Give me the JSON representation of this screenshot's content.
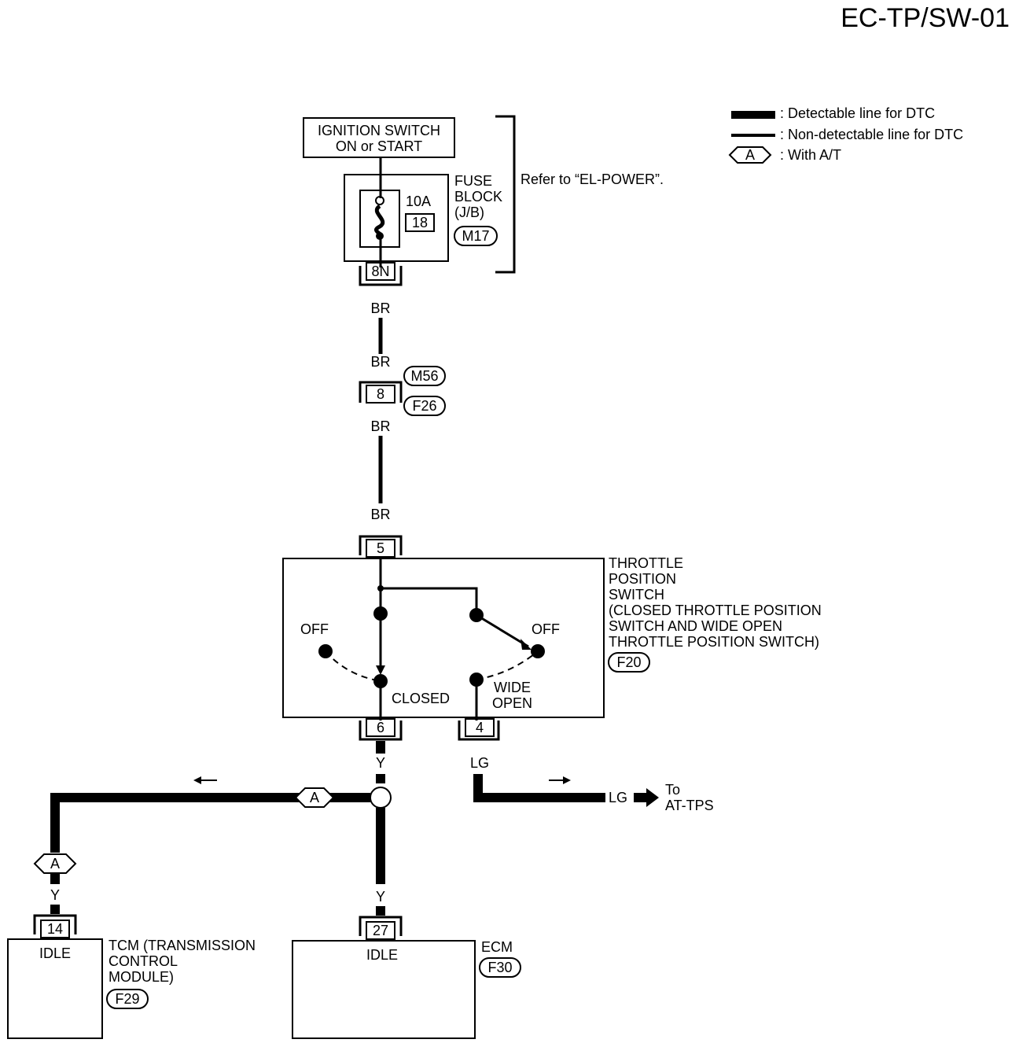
{
  "title": "EC-TP/SW-01",
  "legend": {
    "detectable": ": Detectable line for DTC",
    "non_detectable": ": Non-detectable line for DTC",
    "with_at_code": "A",
    "with_at": ": With A/T"
  },
  "ignition": {
    "line1": "IGNITION SWITCH",
    "line2": "ON or START"
  },
  "fuse_block": {
    "amp": "10A",
    "number": "18",
    "label1": "FUSE",
    "label2": "BLOCK",
    "label3": "(J/B)",
    "connector": "M17",
    "pin": "8N",
    "refer": "Refer to “EL-POWER”."
  },
  "wires": {
    "br": "BR",
    "y": "Y",
    "lg": "LG",
    "junction_pin": "8",
    "junction_conn_top": "M56",
    "junction_conn_bottom": "F26"
  },
  "tps": {
    "label1": "THROTTLE",
    "label2": "POSITION",
    "label3": "SWITCH",
    "label4": "(CLOSED THROTTLE POSITION",
    "label5": "SWITCH AND WIDE OPEN",
    "label6": "THROTTLE POSITION SWITCH)",
    "connector": "F20",
    "pin_in": "5",
    "pin_closed": "6",
    "pin_wide": "4",
    "off": "OFF",
    "closed": "CLOSED",
    "wide1": "WIDE",
    "wide2": "OPEN"
  },
  "at_tps": {
    "to": "To",
    "name": "AT-TPS"
  },
  "branch_marker": "A",
  "tcm": {
    "pin": "14",
    "idle": "IDLE",
    "label1": "TCM (TRANSMISSION",
    "label2": "CONTROL",
    "label3": "MODULE)",
    "connector": "F29"
  },
  "ecm": {
    "pin": "27",
    "idle": "IDLE",
    "label": "ECM",
    "connector": "F30"
  }
}
